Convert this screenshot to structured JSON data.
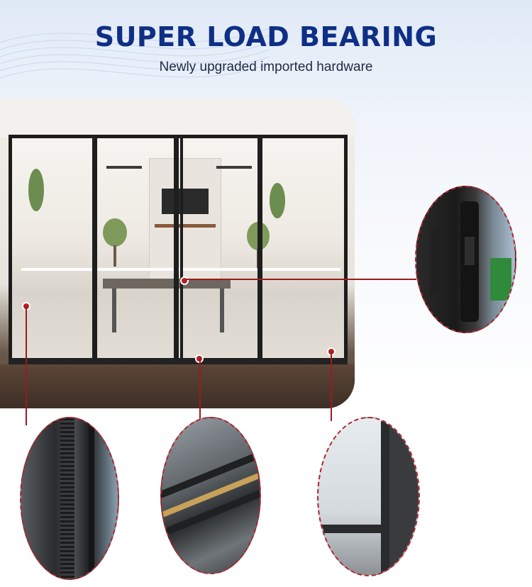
{
  "header": {
    "title": "SUPER LOAD BEARING",
    "subtitle": "Newly upgraded imported hardware"
  },
  "colors": {
    "title": "#0f2f86",
    "accent_line": "#9b1b1f",
    "circle_border": "#b0242a"
  },
  "callouts": [
    {
      "name": "handle-detail",
      "icon": "door-handle"
    },
    {
      "name": "seal-strip-detail",
      "icon": "seal-strip"
    },
    {
      "name": "track-detail",
      "icon": "sliding-track"
    },
    {
      "name": "glass-corner-detail",
      "icon": "glass-frame-corner"
    }
  ]
}
